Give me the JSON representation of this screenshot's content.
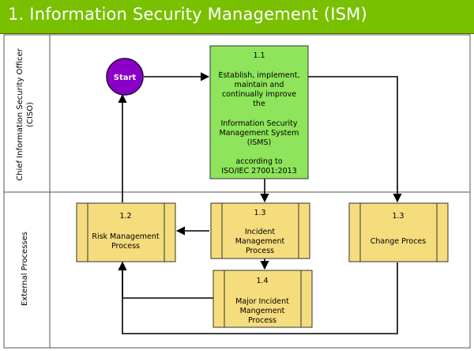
{
  "header": {
    "title": "1. Information Security Management (ISM)"
  },
  "lanes": [
    {
      "id": "ciso",
      "label_lines": [
        "Chief Information Security Officer",
        "(CISO)"
      ]
    },
    {
      "id": "external",
      "label_lines": [
        "External Processes"
      ]
    }
  ],
  "start": {
    "label": "Start"
  },
  "boxes": {
    "b11": {
      "number": "1.1",
      "lines": [
        "Establish, implement,",
        "maintain and",
        "continually improve",
        "the",
        "",
        "Information Security",
        "Management System",
        "(ISMS)",
        "",
        "according to",
        "ISO/IEC 27001:2013"
      ]
    },
    "b12": {
      "number": "1.2",
      "lines": [
        "Risk Management",
        "Process"
      ]
    },
    "b13a": {
      "number": "1.3",
      "lines": [
        "Incident",
        "Management",
        "Process"
      ]
    },
    "b13b": {
      "number": "1.3",
      "lines": [
        "Change Proces"
      ]
    },
    "b14": {
      "number": "1.4",
      "lines": [
        "Major Incident",
        "Mangement",
        "Process"
      ]
    }
  },
  "colors": {
    "header_green": "#79c000",
    "start_purple": "#8b00c9",
    "activity_green": "#8ee45a",
    "process_yellow": "#f5dc7d",
    "lane_gray": "#444444"
  }
}
